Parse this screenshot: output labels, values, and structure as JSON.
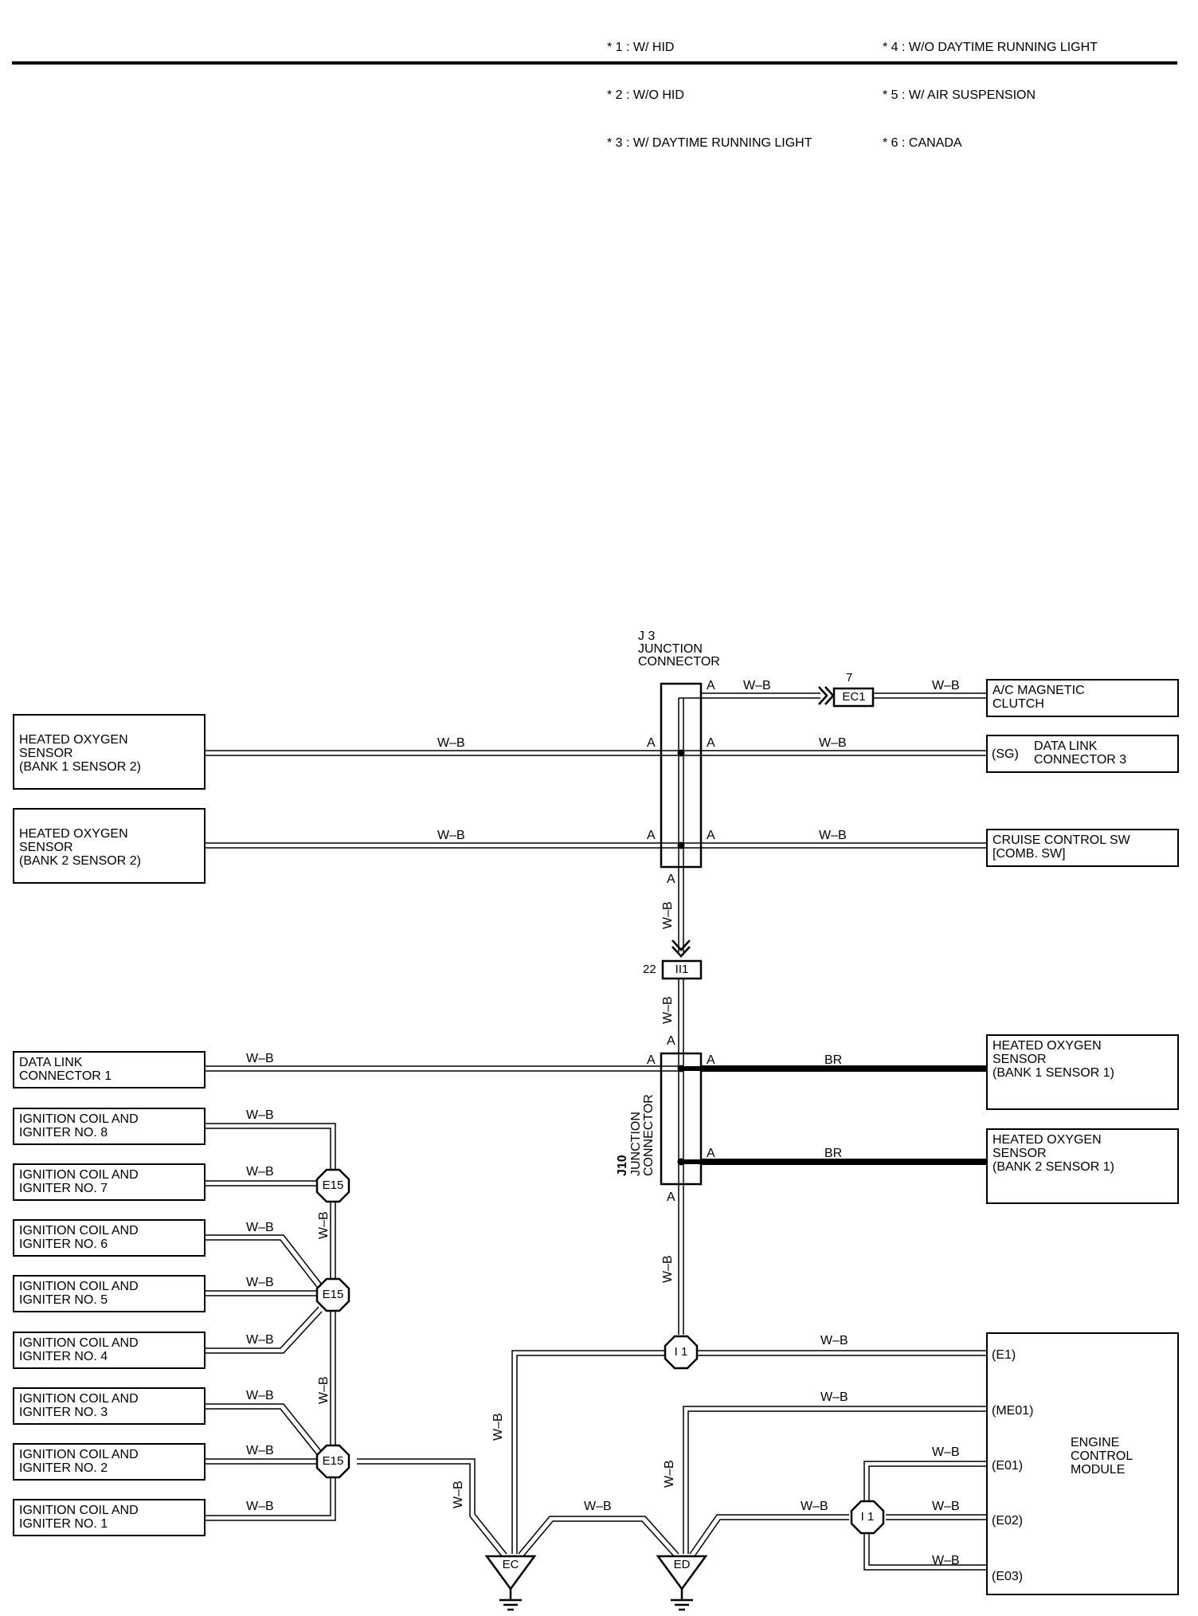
{
  "legend": {
    "col1": [
      "* 1 : W/ HID",
      "* 2 : W/O HID",
      "* 3 : W/ DAYTIME RUNNING LIGHT"
    ],
    "col2": [
      "* 4 : W/O DAYTIME RUNNING LIGHT",
      "* 5 : W/ AIR SUSPENSION",
      "* 6 : CANADA"
    ]
  },
  "wire_labels": {
    "wb": "W–B",
    "br": "BR"
  },
  "pins": {
    "a": "A"
  },
  "connectors": {
    "j3": {
      "id": "J 3",
      "line1": "JUNCTION",
      "line2": "CONNECTOR"
    },
    "j10": {
      "id": "J10",
      "line1": "JUNCTION",
      "line2": "CONNECTOR"
    },
    "ec1": {
      "name": "EC1",
      "pin": "7"
    },
    "ii1": {
      "name": "II1",
      "pin": "22"
    },
    "e15": "E15",
    "i1": "I 1",
    "ec": "EC",
    "ed": "ED"
  },
  "left_components": {
    "ho_b1s2": [
      "HEATED OXYGEN",
      "SENSOR",
      "(BANK 1 SENSOR 2)"
    ],
    "ho_b2s2": [
      "HEATED OXYGEN",
      "SENSOR",
      "(BANK 2 SENSOR 2)"
    ],
    "dlc1": [
      "DATA LINK",
      "CONNECTOR 1"
    ],
    "ign8": [
      "IGNITION COIL AND",
      "IGNITER NO. 8"
    ],
    "ign7": [
      "IGNITION COIL AND",
      "IGNITER NO. 7"
    ],
    "ign6": [
      "IGNITION COIL AND",
      "IGNITER NO. 6"
    ],
    "ign5": [
      "IGNITION COIL AND",
      "IGNITER NO. 5"
    ],
    "ign4": [
      "IGNITION COIL AND",
      "IGNITER NO. 4"
    ],
    "ign3": [
      "IGNITION COIL AND",
      "IGNITER NO. 3"
    ],
    "ign2": [
      "IGNITION COIL AND",
      "IGNITER NO. 2"
    ],
    "ign1": [
      "IGNITION COIL AND",
      "IGNITER NO. 1"
    ]
  },
  "right_components": {
    "ac": [
      "A/C MAGNETIC",
      "CLUTCH"
    ],
    "dlc3": {
      "pin": "(SG)",
      "line1": "DATA LINK",
      "line2": "CONNECTOR 3"
    },
    "cruise": [
      "CRUISE CONTROL SW",
      "[COMB.  SW]"
    ],
    "ho_b1s1": [
      "HEATED OXYGEN",
      "SENSOR",
      "(BANK 1 SENSOR 1)"
    ],
    "ho_b2s1": [
      "HEATED OXYGEN",
      "SENSOR",
      "(BANK 2 SENSOR 1)"
    ],
    "ecm": {
      "name": [
        "ENGINE",
        "CONTROL",
        "MODULE"
      ],
      "pins": [
        "(E1)",
        "(ME01)",
        "(E01)",
        "(E02)",
        "(E03)"
      ]
    }
  }
}
